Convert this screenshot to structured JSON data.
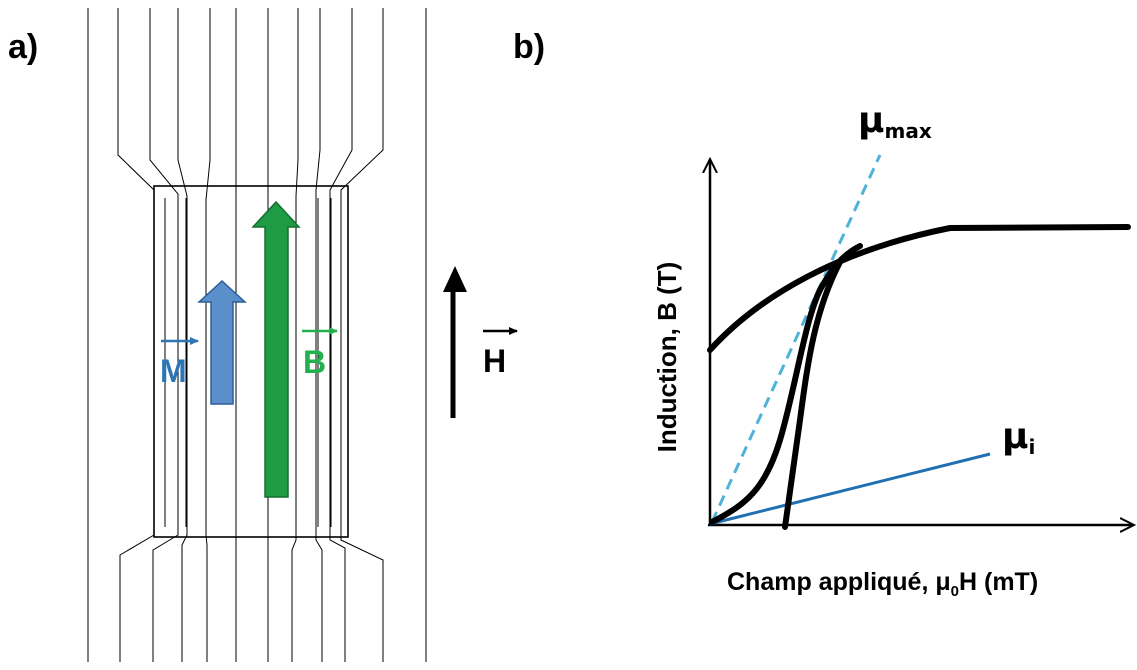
{
  "panel_a": {
    "label": "a)",
    "magnetization_label": "M",
    "induction_label": "B",
    "field_label": "H",
    "colors": {
      "magnetization": "#5b8fc9",
      "magnetization_text": "#2e75b6",
      "induction": "#1f9a45",
      "induction_text": "#22b14c",
      "field": "#000000"
    }
  },
  "panel_b": {
    "label": "b)",
    "ylabel": "Induction, B (T)",
    "xlabel_main": "Champ appliqué, μ",
    "xlabel_sub": "0",
    "xlabel_tail": "H (mT)",
    "mu_max_symbol": "μ",
    "mu_max_sub": "max",
    "mu_i_symbol": "μ",
    "mu_i_sub": "i",
    "colors": {
      "curve": "#000000",
      "mu_max_line": "#4fb3d9",
      "mu_i_line": "#1f6fb2"
    }
  }
}
